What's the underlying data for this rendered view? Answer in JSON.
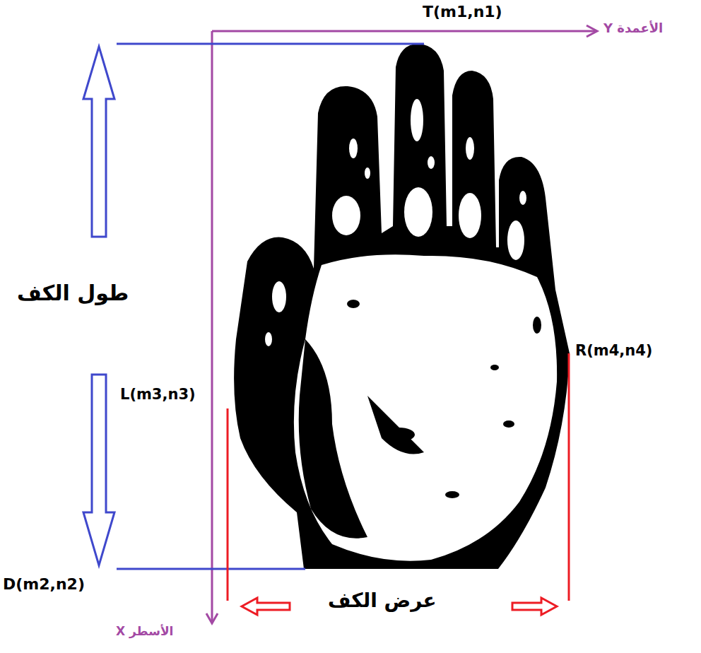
{
  "diagram": {
    "labels": [
      "T(m1,n1)",
      "الأعمدة Y",
      "طول الكف",
      "L(m3,n3)",
      "R(m4,n4)",
      "D(m2,n2)",
      "عرض الكف",
      "الأسطر X"
    ]
  }
}
